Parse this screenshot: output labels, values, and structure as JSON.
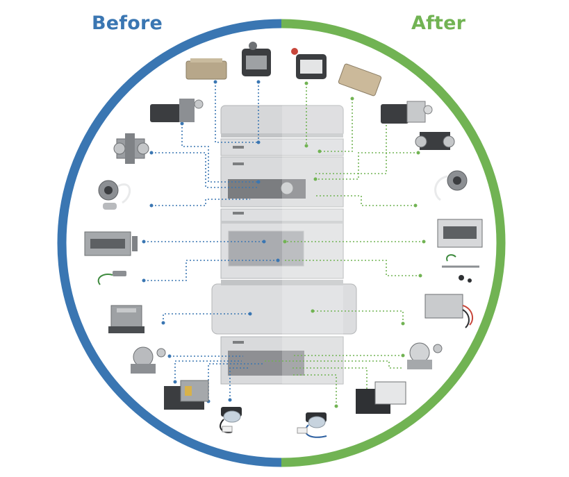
{
  "headings": {
    "before": "Before",
    "after": "After"
  },
  "colors": {
    "before": "#3a76b2",
    "after": "#71b353",
    "instrument_body": "#d9dadb",
    "instrument_shadow": "#b9bbbd",
    "part_metal": "#8c8f93",
    "part_dark": "#3b3d40",
    "part_tan": "#b7a78a"
  },
  "instrument": {
    "modules": [
      "solvent-cabinet",
      "degasser",
      "pump",
      "autosampler",
      "column-compartment",
      "detector"
    ]
  },
  "parts": {
    "before": [
      "solenoid-valve-tan",
      "valve-actuator",
      "pump-head-motor",
      "check-valve-manifold",
      "purge-valve-cable",
      "sampler-needle-block",
      "needle-seat-fitting",
      "heater-block",
      "injection-valve",
      "lamp-housing",
      "deuterium-lamp"
    ],
    "after": [
      "valve-actuator",
      "solenoid-valve-tan",
      "pump-head-motor",
      "check-valve-manifold",
      "purge-valve-cable",
      "sampler-needle-block",
      "needle-seat-fitting",
      "heater-block",
      "injection-valve",
      "lamp-housing",
      "deuterium-lamp"
    ]
  }
}
